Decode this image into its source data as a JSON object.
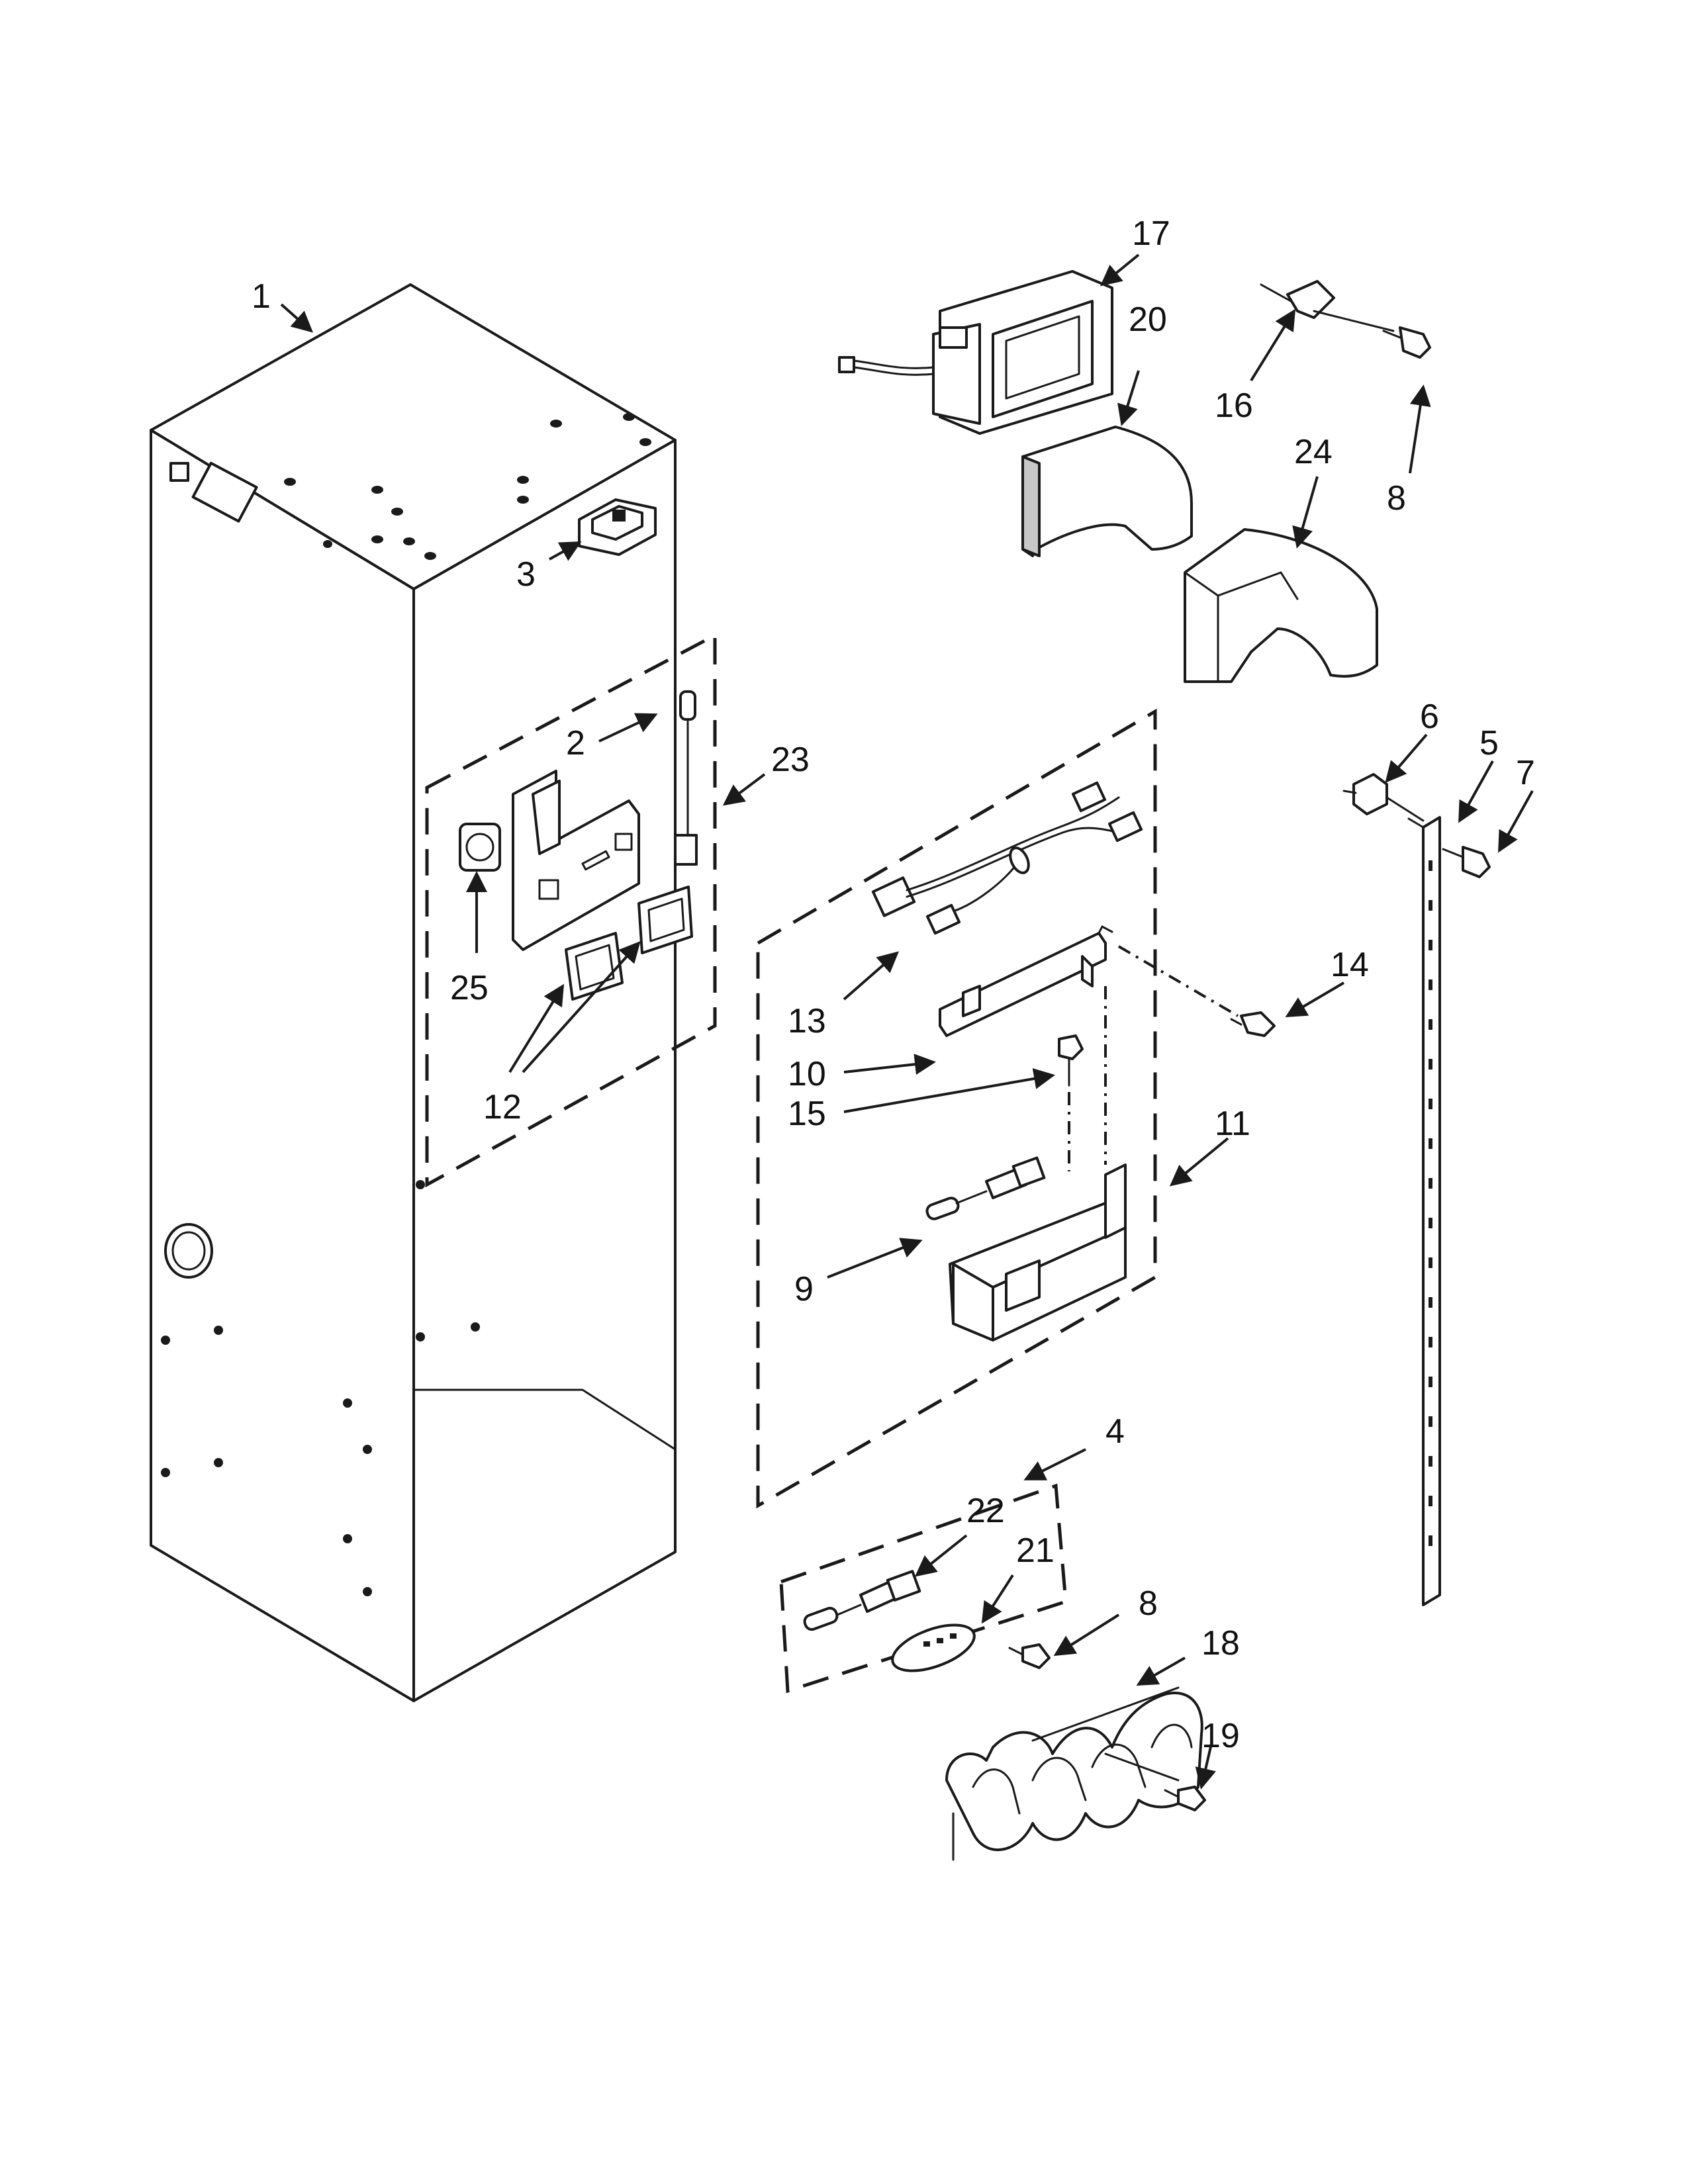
{
  "callouts": {
    "c1": "1",
    "c2": "2",
    "c3": "3",
    "c4": "4",
    "c5": "5",
    "c6": "6",
    "c7": "7",
    "c8a": "8",
    "c8b": "8",
    "c9": "9",
    "c10": "10",
    "c11": "11",
    "c12": "12",
    "c13": "13",
    "c14": "14",
    "c15": "15",
    "c16": "16",
    "c17": "17",
    "c18": "18",
    "c19": "19",
    "c20": "20",
    "c21": "21",
    "c22": "22",
    "c23": "23",
    "c24": "24",
    "c25": "25"
  },
  "colors": {
    "line": "#1a1a1a",
    "background": "#ffffff",
    "shade": "#c8c8c8"
  }
}
